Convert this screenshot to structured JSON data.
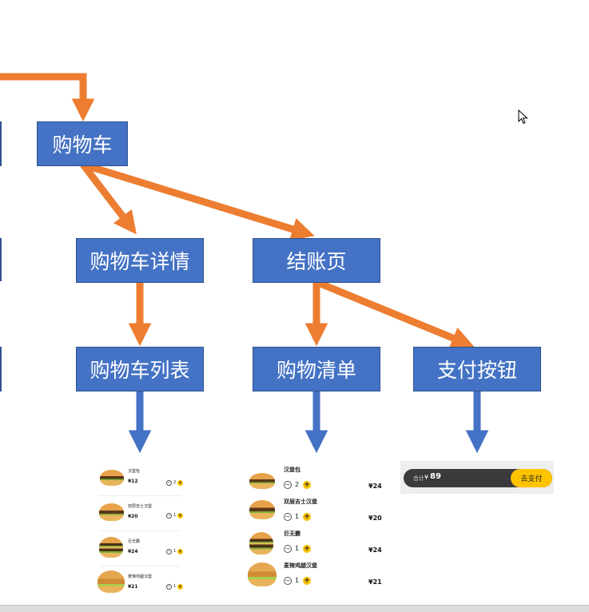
{
  "colors": {
    "node_fill": "#4472c4",
    "orange_arrow": "#ed7d31",
    "blue_arrow": "#4472c4",
    "accent_yellow": "#ffc300",
    "pay_bar": "#3a3a3a"
  },
  "nodes": {
    "cart": "购物车",
    "cart_detail": "购物车详情",
    "checkout": "结账页",
    "cart_list": "购物车列表",
    "shopping_list": "购物清单",
    "pay_button": "支付按钮"
  },
  "cart_list_thumb": {
    "items": [
      {
        "name": "汉堡包",
        "price": "¥12",
        "qty": "2",
        "type": "classic"
      },
      {
        "name": "双层吉士汉堡",
        "price": "¥20",
        "qty": "1",
        "type": "classic"
      },
      {
        "name": "巨无霸",
        "price": "¥24",
        "qty": "1",
        "type": "big"
      },
      {
        "name": "麦辣鸡腿汉堡",
        "price": "¥21",
        "qty": "1",
        "type": "chicken"
      }
    ]
  },
  "shopping_list_thumb": {
    "items": [
      {
        "name": "汉堡包",
        "qty": "2",
        "price": "¥24",
        "type": "classic"
      },
      {
        "name": "双层吉士汉堡",
        "qty": "1",
        "price": "¥20",
        "type": "classic"
      },
      {
        "name": "巨无霸",
        "qty": "1",
        "price": "¥24",
        "type": "big"
      },
      {
        "name": "麦辣鸡腿汉堡",
        "qty": "1",
        "price": "¥21",
        "type": "chicken"
      }
    ]
  },
  "pay_thumb": {
    "total_label": "合计",
    "currency": "¥",
    "total_value": "89",
    "button_label": "去支付"
  },
  "icons": {
    "minus": "−",
    "plus": "+",
    "cursor": "mouse-pointer-icon"
  }
}
